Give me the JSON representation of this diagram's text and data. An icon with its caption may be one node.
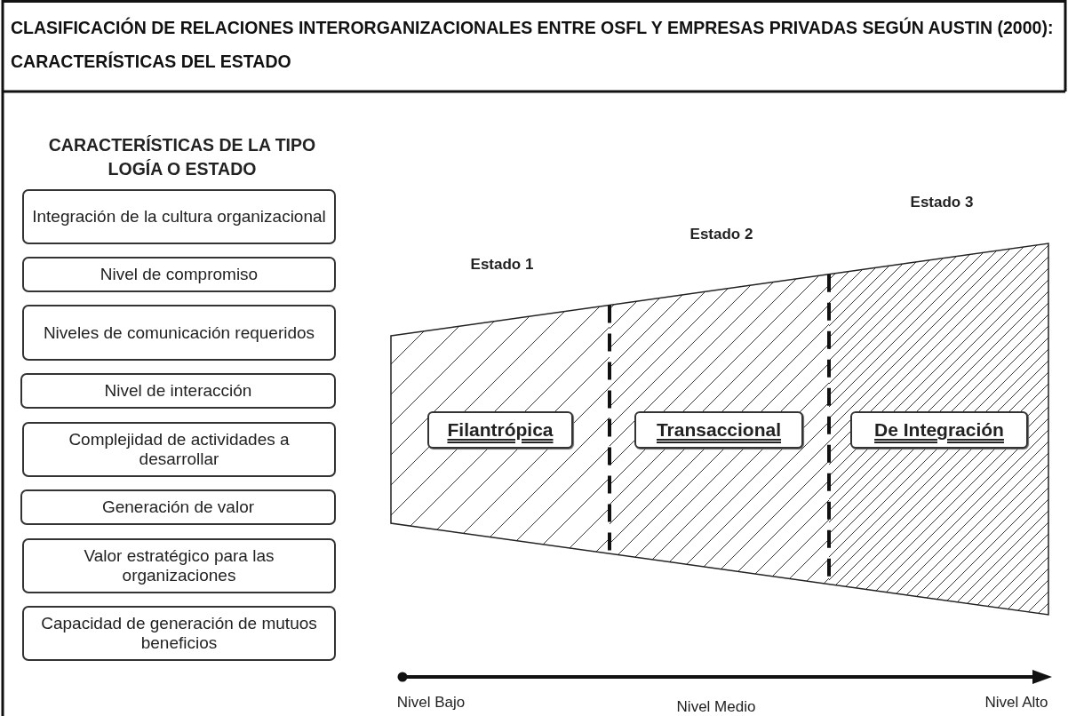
{
  "diagram": {
    "title": "CLASIFICACIÓN DE RELACIONES INTERORGANIZACIONALES ENTRE OSFL Y EMPRESAS PRIVADAS SEGÚN AUSTIN (2000): CARACTERÍSTICAS DEL ESTADO",
    "nodes": [
      {
        "text": [
          "Integración de la cultura organizacional"
        ]
      },
      {
        "text": [
          "Nivel de compromiso"
        ]
      },
      {
        "text": [
          "Niveles de comunicación requeridos"
        ]
      },
      {
        "text": [
          "Nivel de interacción"
        ]
      },
      {
        "text": [
          "Complejidad de actividades a desarrollar"
        ]
      },
      {
        "text": [
          "Generación de valor"
        ]
      },
      {
        "text": [
          "Valor estratégico para las organizaciones"
        ]
      },
      {
        "text": [
          "Capacidad de generación de mutuos beneficios"
        ]
      },
      {
        "text": [
          "Filantrópica"
        ]
      },
      {
        "text": [
          "Transaccional"
        ]
      },
      {
        "text": [
          "De Integración"
        ]
      }
    ],
    "labels": [
      "CARACTERÍSTICAS DE LA TIPO LOGÍA O ESTADO",
      "Estado 3",
      "Estado 2",
      "Estado 1",
      "Nivel Bajo",
      "Nivel Medio",
      "Nivel Alto"
    ]
  }
}
